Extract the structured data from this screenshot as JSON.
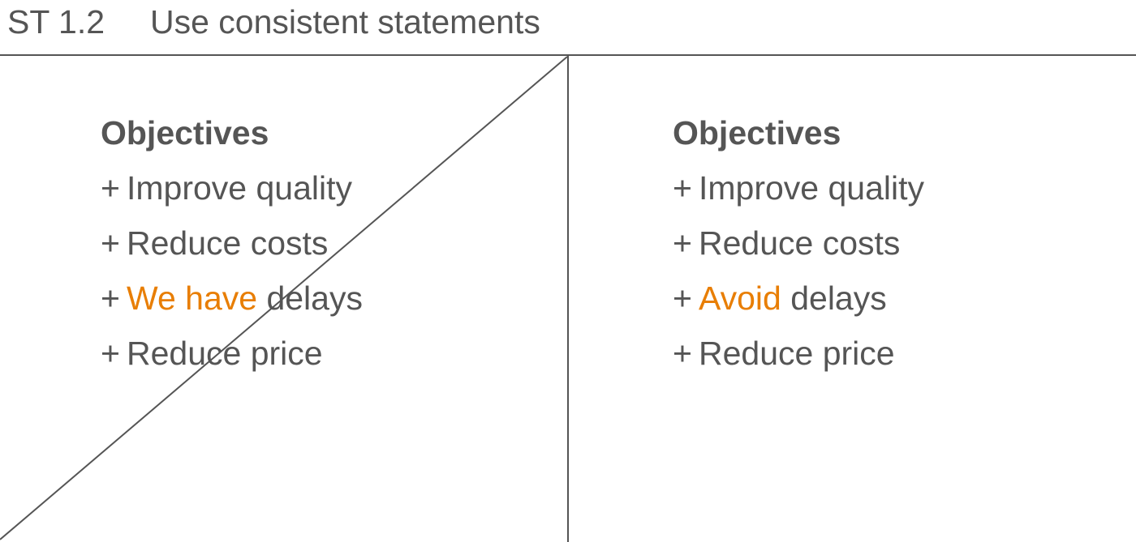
{
  "header": {
    "code": "ST 1.2",
    "title": "Use consistent statements"
  },
  "left_panel": {
    "heading": "Objectives",
    "items": [
      {
        "bullet": "+",
        "highlight": "",
        "text": "Improve quality"
      },
      {
        "bullet": "+",
        "highlight": "",
        "text": "Reduce costs"
      },
      {
        "bullet": "+",
        "highlight": "We have",
        "text": " delays"
      },
      {
        "bullet": "+",
        "highlight": "",
        "text": "Reduce price"
      }
    ],
    "crossed_out": true
  },
  "right_panel": {
    "heading": "Objectives",
    "items": [
      {
        "bullet": "+",
        "highlight": "",
        "text": "Improve quality"
      },
      {
        "bullet": "+",
        "highlight": "",
        "text": "Reduce costs"
      },
      {
        "bullet": "+",
        "highlight": "Avoid",
        "text": " delays"
      },
      {
        "bullet": "+",
        "highlight": "",
        "text": "Reduce price"
      }
    ]
  },
  "colors": {
    "text": "#555555",
    "highlight": "#e87e04",
    "lines": "#555555"
  }
}
